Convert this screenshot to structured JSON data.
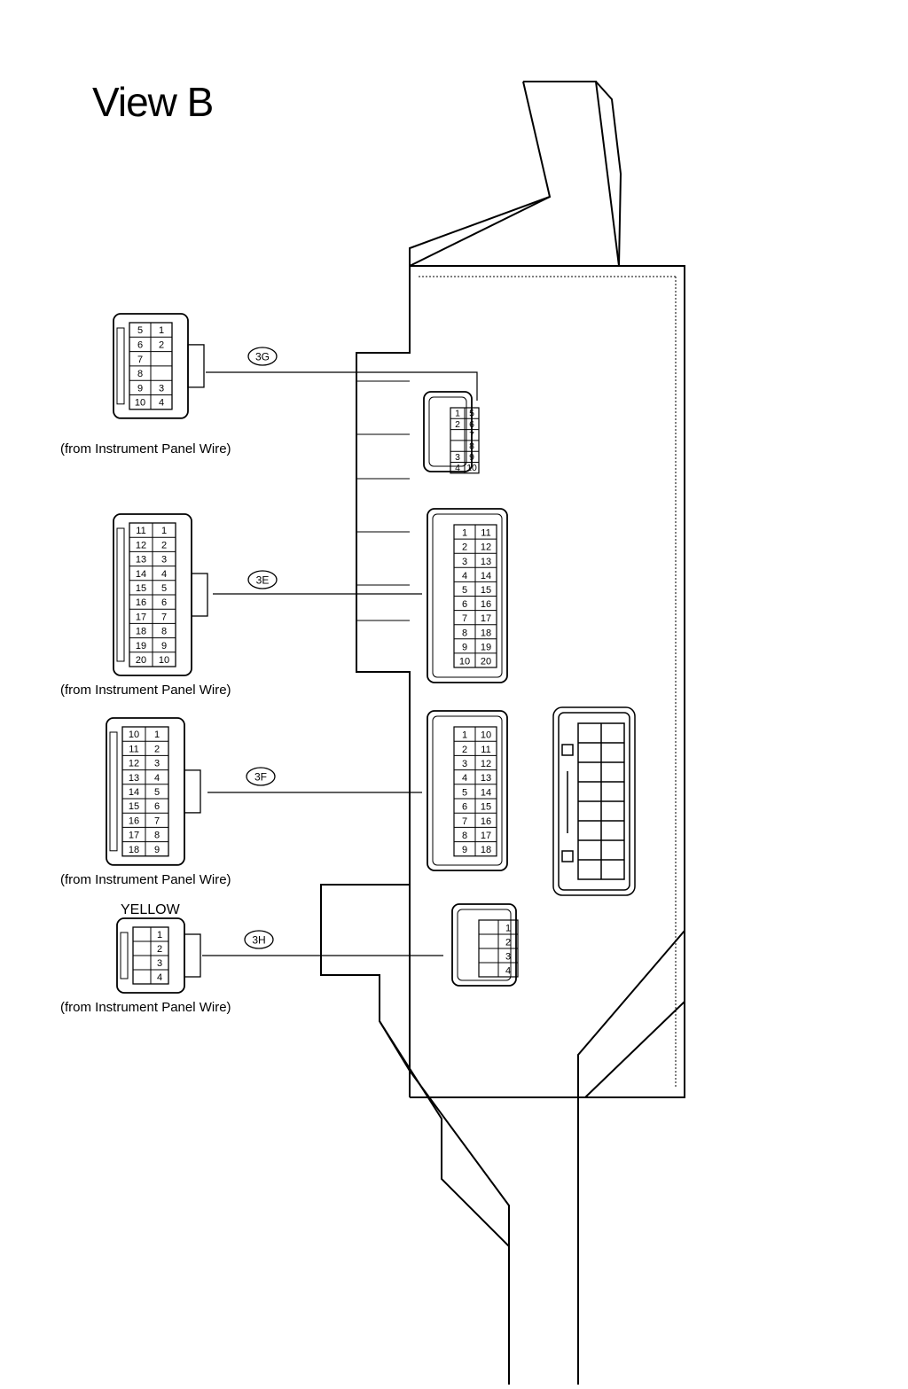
{
  "view_title": "View B",
  "connectors": [
    {
      "id": "3G",
      "caption": "(from Instrument Panel Wire)",
      "color": "",
      "plug_rows": [
        [
          "5",
          "1"
        ],
        [
          "6",
          "2"
        ],
        [
          "7",
          ""
        ],
        [
          "8",
          ""
        ],
        [
          "9",
          "3"
        ],
        [
          "10",
          "4"
        ]
      ],
      "socket_rows": [
        [
          "1",
          "5"
        ],
        [
          "2",
          "6"
        ],
        [
          "",
          "7"
        ],
        [
          "",
          "8"
        ],
        [
          "3",
          "9"
        ],
        [
          "4",
          "10"
        ]
      ]
    },
    {
      "id": "3E",
      "caption": "(from Instrument Panel Wire)",
      "color": "",
      "plug_rows": [
        [
          "11",
          "1"
        ],
        [
          "12",
          "2"
        ],
        [
          "13",
          "3"
        ],
        [
          "14",
          "4"
        ],
        [
          "15",
          "5"
        ],
        [
          "16",
          "6"
        ],
        [
          "17",
          "7"
        ],
        [
          "18",
          "8"
        ],
        [
          "19",
          "9"
        ],
        [
          "20",
          "10"
        ]
      ],
      "socket_rows": [
        [
          "1",
          "11"
        ],
        [
          "2",
          "12"
        ],
        [
          "3",
          "13"
        ],
        [
          "4",
          "14"
        ],
        [
          "5",
          "15"
        ],
        [
          "6",
          "16"
        ],
        [
          "7",
          "17"
        ],
        [
          "8",
          "18"
        ],
        [
          "9",
          "19"
        ],
        [
          "10",
          "20"
        ]
      ]
    },
    {
      "id": "3F",
      "caption": "(from Instrument Panel Wire)",
      "color": "",
      "plug_rows": [
        [
          "10",
          "1"
        ],
        [
          "11",
          "2"
        ],
        [
          "12",
          "3"
        ],
        [
          "13",
          "4"
        ],
        [
          "14",
          "5"
        ],
        [
          "15",
          "6"
        ],
        [
          "16",
          "7"
        ],
        [
          "17",
          "8"
        ],
        [
          "18",
          "9"
        ]
      ],
      "socket_rows": [
        [
          "1",
          "10"
        ],
        [
          "2",
          "11"
        ],
        [
          "3",
          "12"
        ],
        [
          "4",
          "13"
        ],
        [
          "5",
          "14"
        ],
        [
          "6",
          "15"
        ],
        [
          "7",
          "16"
        ],
        [
          "8",
          "17"
        ],
        [
          "9",
          "18"
        ]
      ]
    },
    {
      "id": "3H",
      "caption": "(from Instrument Panel Wire)",
      "color": "YELLOW",
      "plug_rows": [
        [
          "",
          "1"
        ],
        [
          "",
          "2"
        ],
        [
          "",
          "3"
        ],
        [
          "",
          "4"
        ]
      ],
      "socket_rows": [
        [
          "",
          "1"
        ],
        [
          "",
          "2"
        ],
        [
          "",
          "3"
        ],
        [
          "",
          "4"
        ]
      ]
    }
  ]
}
